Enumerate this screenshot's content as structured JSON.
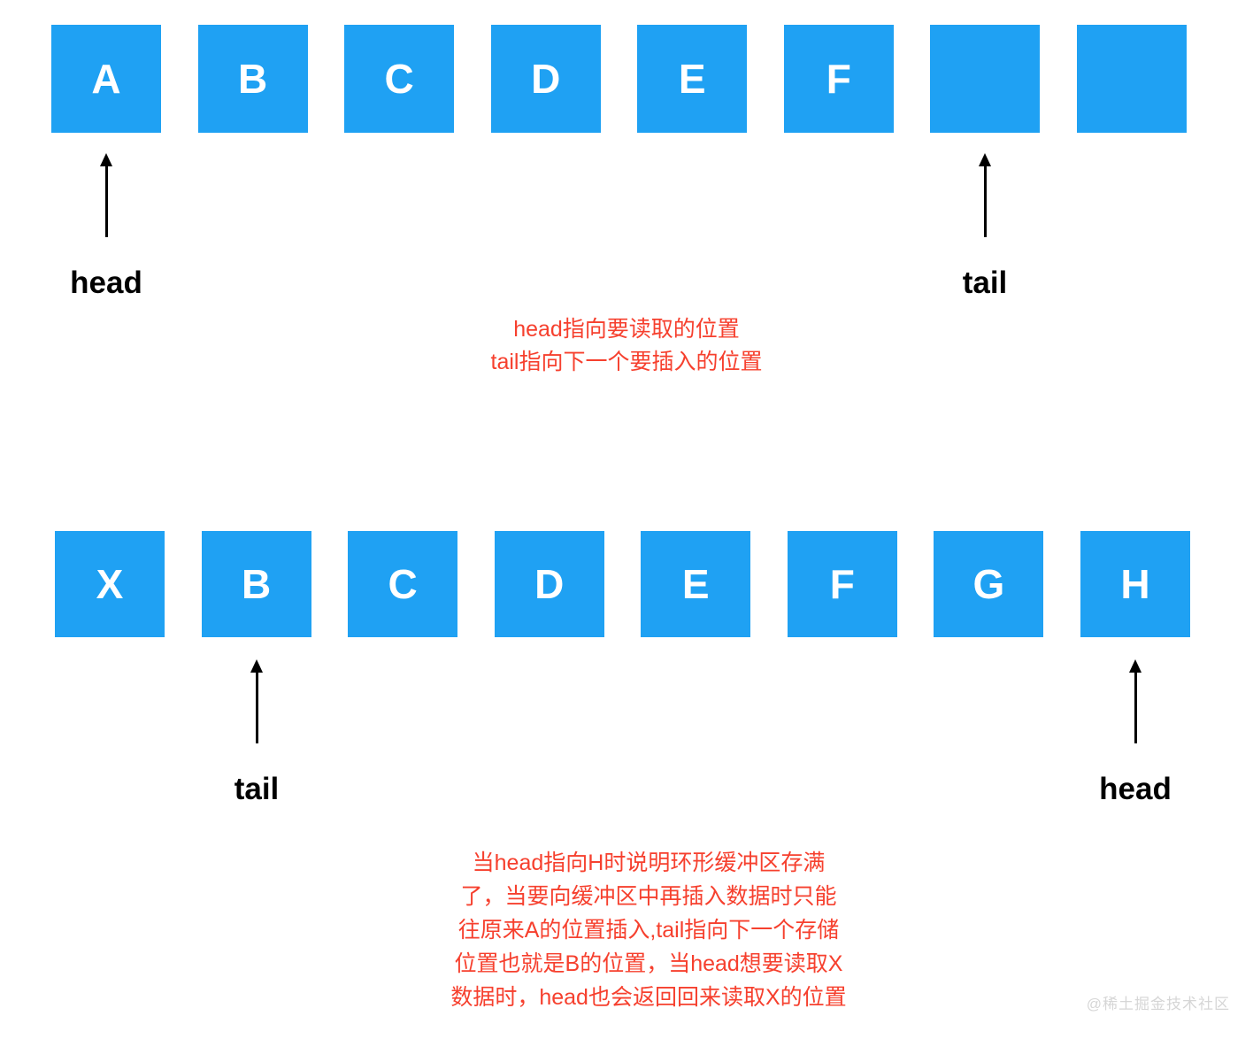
{
  "colors": {
    "cell_blue": "#1fa1f3",
    "note_red": "#f6402e",
    "arrow_black": "#000000",
    "watermark_gray": "#d6d6d6",
    "background": "#ffffff"
  },
  "diagram1": {
    "cells": [
      "A",
      "B",
      "C",
      "D",
      "E",
      "F",
      "",
      ""
    ],
    "pointers": [
      {
        "label": "head",
        "index": 0
      },
      {
        "label": "tail",
        "index": 6
      }
    ],
    "note": "head指向要读取的位置\ntail指向下一个要插入的位置"
  },
  "diagram2": {
    "cells": [
      "X",
      "B",
      "C",
      "D",
      "E",
      "F",
      "G",
      "H"
    ],
    "pointers": [
      {
        "label": "tail",
        "index": 1
      },
      {
        "label": "head",
        "index": 7
      }
    ],
    "note": "当head指向H时说明环形缓冲区存满\n了，当要向缓冲区中再插入数据时只能\n往原来A的位置插入,tail指向下一个存储\n位置也就是B的位置，当head想要读取X\n数据时，head也会返回回来读取X的位置"
  },
  "watermark": "@稀土掘金技术社区"
}
